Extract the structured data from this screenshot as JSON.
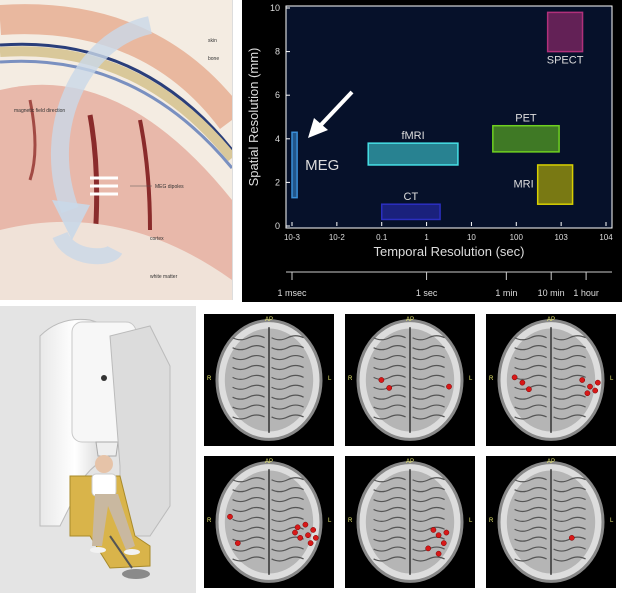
{
  "diagram": {
    "labels": {
      "skin": "skin",
      "bone": "bone",
      "magnetic": "magnetic field\ndirection",
      "dipoles": "MEG dipoles",
      "cortex": "cortex",
      "white_matter": "white matter"
    }
  },
  "chart_data": {
    "type": "other",
    "xlabel": "Temporal Resolution (sec)",
    "ylabel": "Spatial Resolution (mm)",
    "xscale": "log",
    "xlim": [
      0.001,
      10000
    ],
    "ylim": [
      0,
      10
    ],
    "x_ticks": [
      "10-3",
      "10-2",
      "0.1",
      "1",
      "10",
      "100",
      "103",
      "104"
    ],
    "y_ticks": [
      "0",
      "2",
      "4",
      "6",
      "8",
      "10"
    ],
    "time_axis_labels": [
      "1 msec",
      "1 sec",
      "1 min",
      "10 min",
      "1 hour"
    ],
    "time_axis_values": [
      0.001,
      1,
      60,
      600,
      3600
    ],
    "modalities": [
      {
        "name": "MEG",
        "x_range": [
          0.001,
          0.0013
        ],
        "y_range": [
          1.3,
          4.3
        ],
        "color": "#3a8fd8"
      },
      {
        "name": "fMRI",
        "x_range": [
          0.05,
          5
        ],
        "y_range": [
          2.8,
          3.8
        ],
        "color": "#46e0e6"
      },
      {
        "name": "CT",
        "x_range": [
          0.1,
          2
        ],
        "y_range": [
          0.3,
          1.0
        ],
        "color": "#2b2fbf"
      },
      {
        "name": "PET",
        "x_range": [
          30,
          900
        ],
        "y_range": [
          3.4,
          4.6
        ],
        "color": "#6fd020"
      },
      {
        "name": "MRI",
        "x_range": [
          300,
          1800
        ],
        "y_range": [
          1.0,
          2.8
        ],
        "color": "#d8d000"
      },
      {
        "name": "SPECT",
        "x_range": [
          500,
          3000
        ],
        "y_range": [
          8.0,
          9.8
        ],
        "color": "#b0307a"
      }
    ]
  },
  "brains": {
    "orientation": {
      "top": "AP",
      "left": "R",
      "right": "L"
    },
    "slices": [
      {
        "dots": []
      },
      {
        "dots": [
          [
            0.28,
            0.5
          ],
          [
            0.34,
            0.56
          ],
          [
            0.8,
            0.55
          ]
        ]
      },
      {
        "dots": [
          [
            0.22,
            0.48
          ],
          [
            0.28,
            0.52
          ],
          [
            0.33,
            0.57
          ],
          [
            0.74,
            0.5
          ],
          [
            0.8,
            0.55
          ],
          [
            0.86,
            0.52
          ],
          [
            0.78,
            0.6
          ],
          [
            0.84,
            0.58
          ]
        ]
      },
      {
        "dots": [
          [
            0.2,
            0.46
          ],
          [
            0.26,
            0.66
          ],
          [
            0.72,
            0.54
          ],
          [
            0.78,
            0.52
          ],
          [
            0.8,
            0.6
          ],
          [
            0.84,
            0.56
          ],
          [
            0.86,
            0.62
          ],
          [
            0.74,
            0.62
          ],
          [
            0.7,
            0.58
          ],
          [
            0.82,
            0.66
          ]
        ]
      },
      {
        "dots": [
          [
            0.68,
            0.56
          ],
          [
            0.72,
            0.6
          ],
          [
            0.76,
            0.66
          ],
          [
            0.64,
            0.7
          ],
          [
            0.72,
            0.74
          ],
          [
            0.78,
            0.58
          ]
        ]
      },
      {
        "dots": [
          [
            0.66,
            0.62
          ]
        ]
      }
    ]
  }
}
